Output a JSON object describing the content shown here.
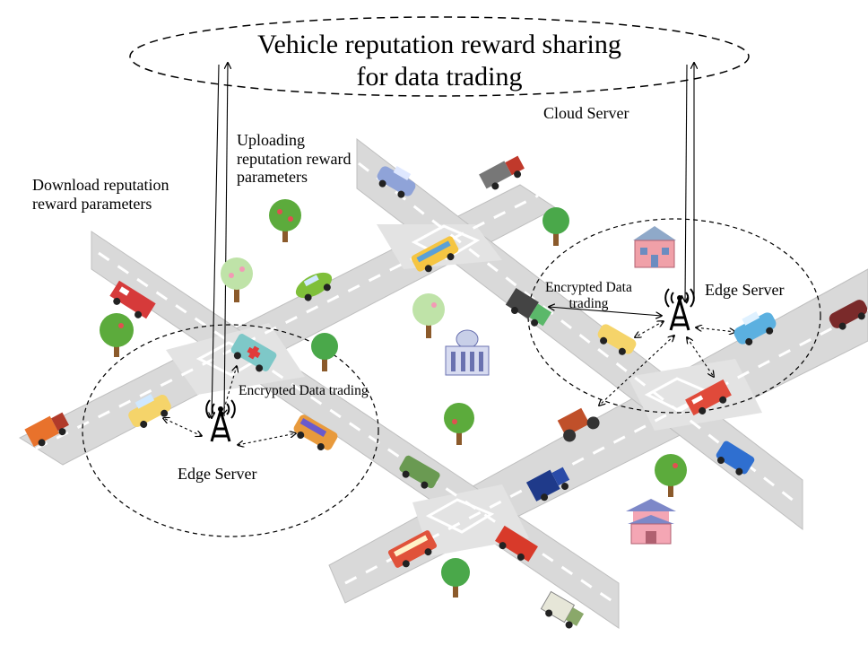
{
  "title_line1": "Vehicle reputation reward sharing",
  "title_line2": "for data trading",
  "cloud_server_label": "Cloud Server",
  "upload_label_line1": "Uploading",
  "upload_label_line2": "reputation reward",
  "upload_label_line3": "parameters",
  "download_label_line1": "Download reputation",
  "download_label_line2": "reward parameters",
  "edge_server_left_label": "Edge Server",
  "edge_server_right_label": "Edge Server",
  "encrypted_left_label": "Encrypted  Data trading",
  "encrypted_right_line1": "Encrypted  Data",
  "encrypted_right_line2": "trading",
  "colors": {
    "road": "#dcdcdc",
    "road_edge": "#bdbdbd",
    "marking": "#ffffff",
    "ink": "#000000"
  },
  "icons": [
    "cell-tower-icon",
    "car-icon",
    "truck-icon",
    "bus-icon",
    "ambulance-icon",
    "fire-truck-icon",
    "tree-icon",
    "government-building-icon",
    "house-icon",
    "pagoda-icon"
  ]
}
